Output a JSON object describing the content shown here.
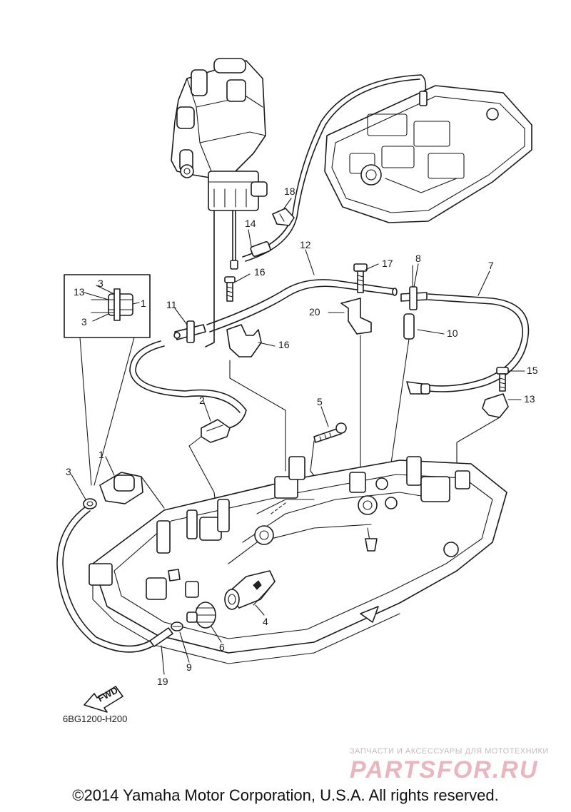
{
  "diagram": {
    "callouts": [
      {
        "id": "c1a",
        "text": "1"
      },
      {
        "id": "c1b",
        "text": "1"
      },
      {
        "id": "c2",
        "text": "2"
      },
      {
        "id": "c3a",
        "text": "3"
      },
      {
        "id": "c3b",
        "text": "3"
      },
      {
        "id": "c3c",
        "text": "3"
      },
      {
        "id": "c4",
        "text": "4"
      },
      {
        "id": "c5",
        "text": "5"
      },
      {
        "id": "c6",
        "text": "6"
      },
      {
        "id": "c7",
        "text": "7"
      },
      {
        "id": "c8",
        "text": "8"
      },
      {
        "id": "c9",
        "text": "9"
      },
      {
        "id": "c10",
        "text": "10"
      },
      {
        "id": "c11",
        "text": "11"
      },
      {
        "id": "c12",
        "text": "12"
      },
      {
        "id": "c13a",
        "text": "13"
      },
      {
        "id": "c13b",
        "text": "13"
      },
      {
        "id": "c14",
        "text": "14"
      },
      {
        "id": "c15",
        "text": "15"
      },
      {
        "id": "c16a",
        "text": "16"
      },
      {
        "id": "c16b",
        "text": "16"
      },
      {
        "id": "c17",
        "text": "17"
      },
      {
        "id": "c18",
        "text": "18"
      },
      {
        "id": "c19",
        "text": "19"
      },
      {
        "id": "c20",
        "text": "20"
      }
    ],
    "fwd_label": "FWD",
    "diagram_code": "6BG1200-H200"
  },
  "watermark": {
    "subtitle": "ЗАПЧАСТИ И АКСЕССУАРЫ ДЛЯ МОТОТЕХНИКИ",
    "brand": "PARTSFOR.RU"
  },
  "copyright": "©2014 Yamaha Motor Corporation, U.S.A. All rights reserved."
}
